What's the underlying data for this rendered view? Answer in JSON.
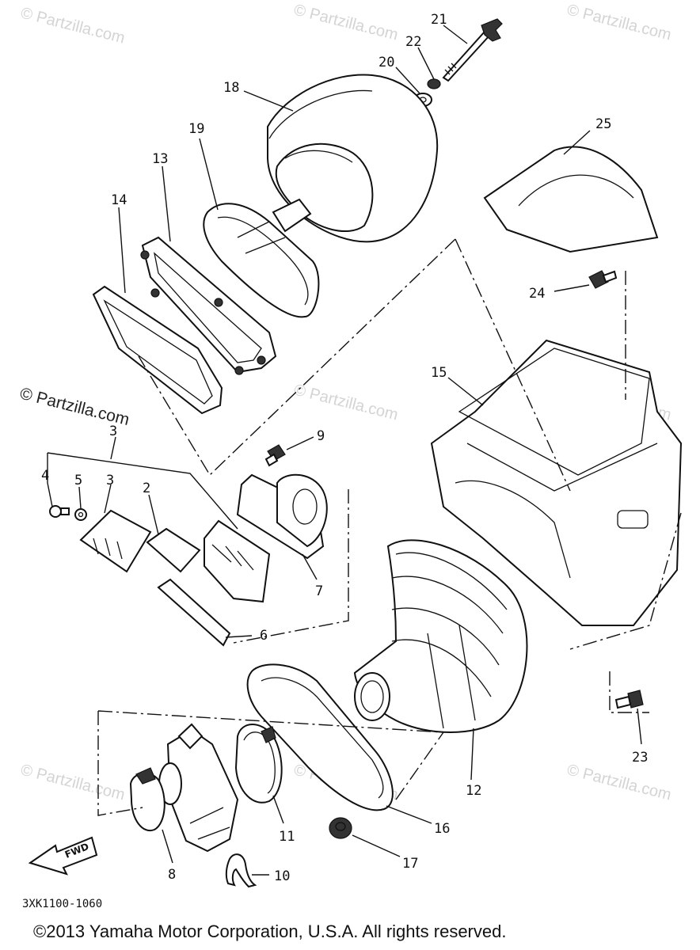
{
  "watermark": "© Partzilla.com",
  "callouts": {
    "c1": "21",
    "c2": "22",
    "c3": "20",
    "c4": "18",
    "c5": "25",
    "c6": "19",
    "c7": "13",
    "c8": "14",
    "c9": "24",
    "c10": "15",
    "c11": "9",
    "c12": "3",
    "c13": "4",
    "c14": "5",
    "c15": "3",
    "c16": "2",
    "c17": "7",
    "c18": "6",
    "c19": "23",
    "c20": "12",
    "c21": "16",
    "c22": "17",
    "c23": "11",
    "c24": "8",
    "c25": "10"
  },
  "fwd_label": "FWD",
  "diagram_code": "3XK1100-1060",
  "copyright": "©2013 Yamaha Motor Corporation, U.S.A. All rights reserved."
}
